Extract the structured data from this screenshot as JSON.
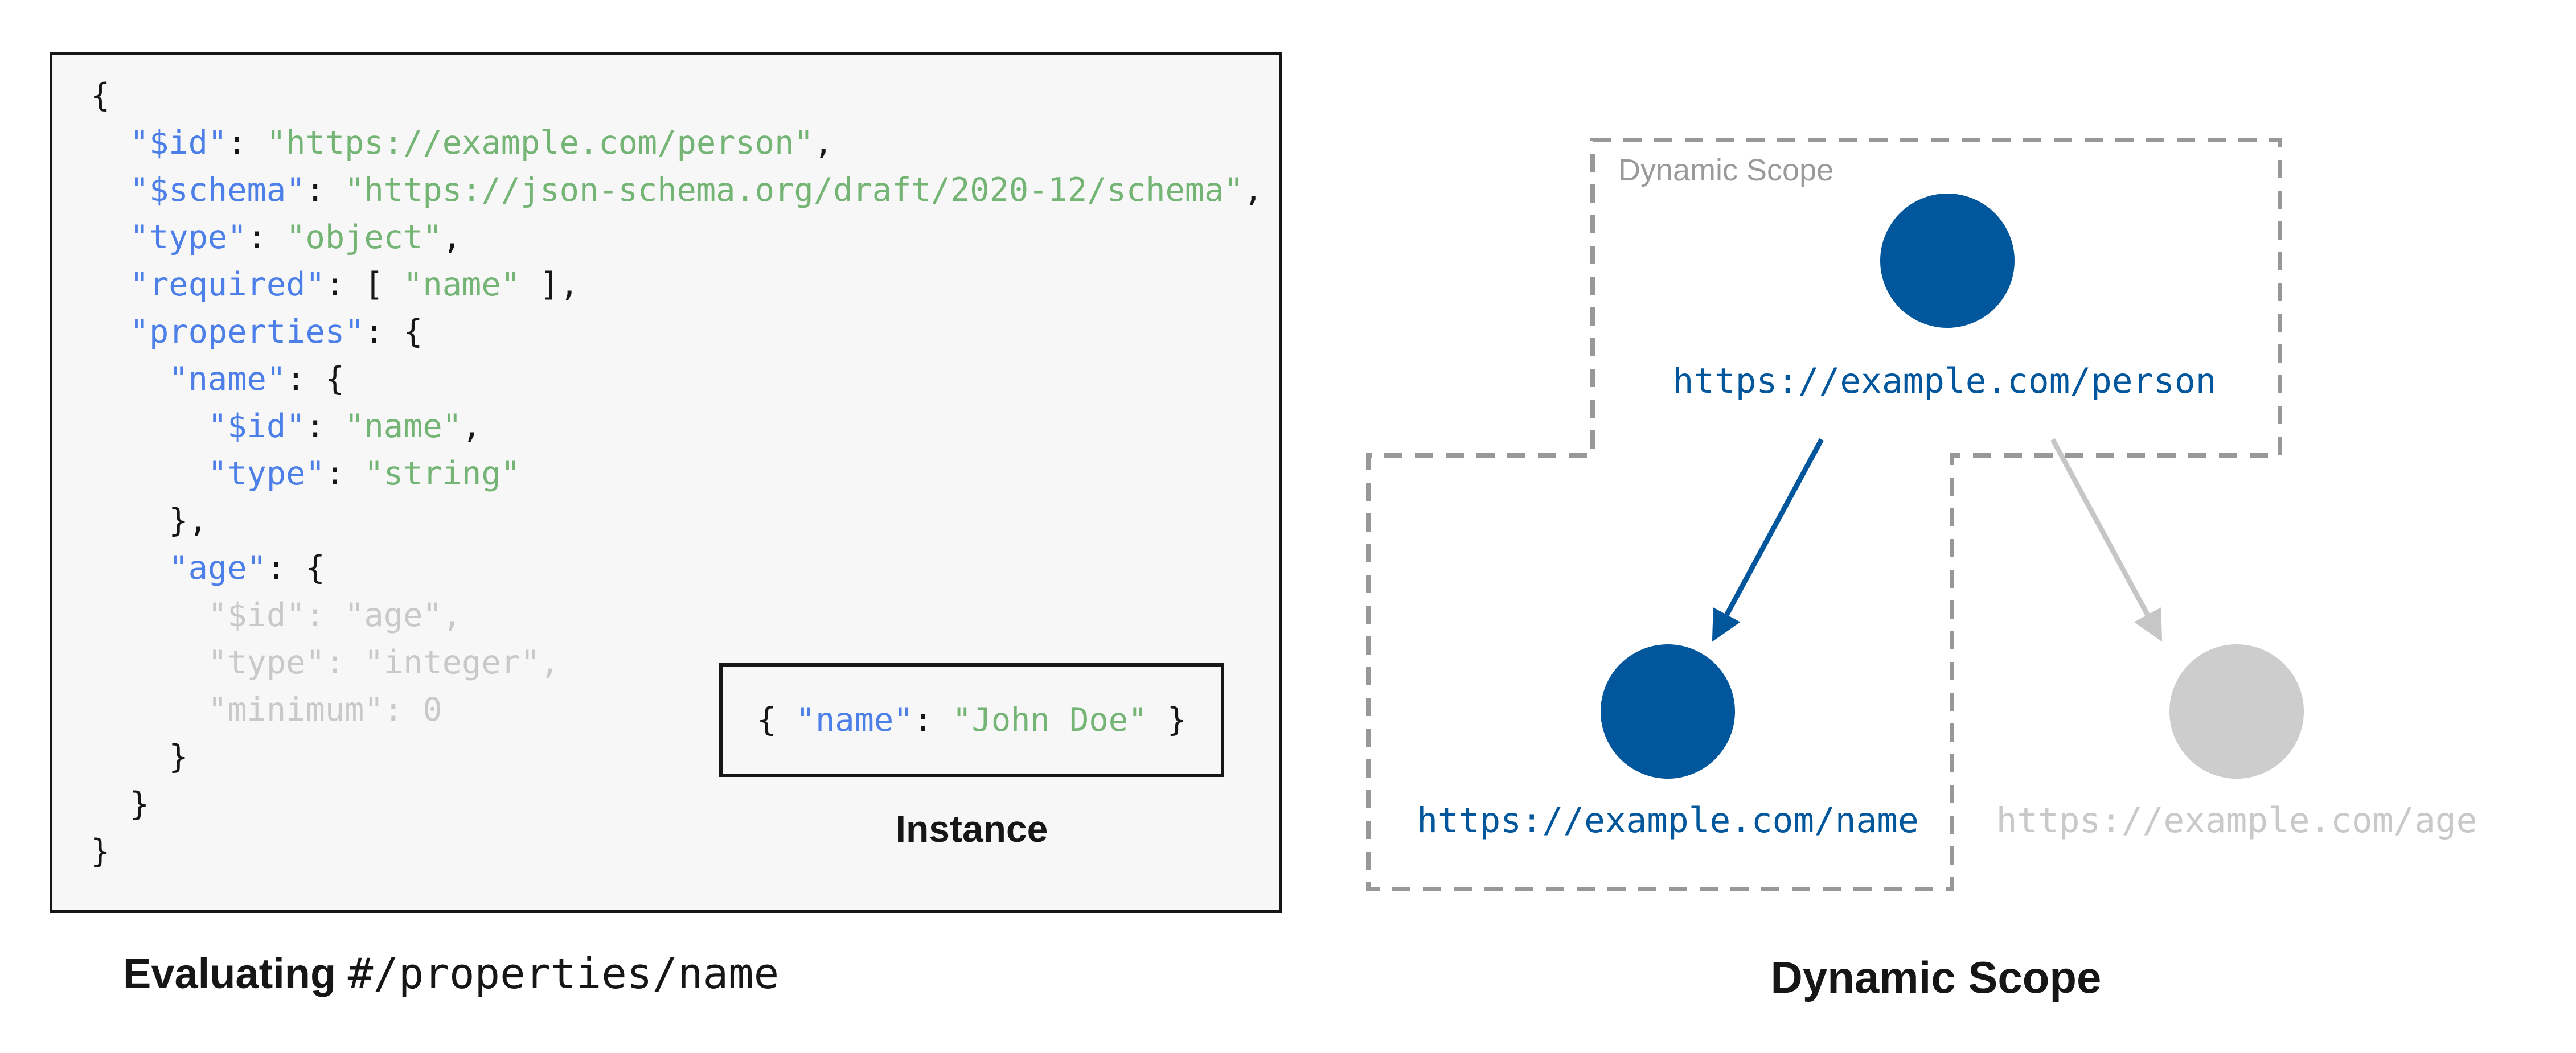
{
  "colors": {
    "key-blue": "#4d7fe8",
    "string-green": "#74b474",
    "faded-gray": "#c9c9c9",
    "node-blue": "#02569b",
    "node-gray": "#cdcdcd",
    "dashed-gray": "#989898",
    "scope-label-gray": "#9a9a9a",
    "box-bg": "#f7f7f7",
    "ink": "#161616"
  },
  "left_panel": {
    "code_lines": [
      [
        {
          "t": "{",
          "c": "p"
        }
      ],
      [
        {
          "t": "  ",
          "c": "p"
        },
        {
          "t": "\"$id\"",
          "c": "k"
        },
        {
          "t": ": ",
          "c": "p"
        },
        {
          "t": "\"https://example.com/person\"",
          "c": "s"
        },
        {
          "t": ",",
          "c": "p"
        }
      ],
      [
        {
          "t": "  ",
          "c": "p"
        },
        {
          "t": "\"$schema\"",
          "c": "k"
        },
        {
          "t": ": ",
          "c": "p"
        },
        {
          "t": "\"https://json-schema.org/draft/2020-12/schema\"",
          "c": "s"
        },
        {
          "t": ",",
          "c": "p"
        }
      ],
      [
        {
          "t": "  ",
          "c": "p"
        },
        {
          "t": "\"type\"",
          "c": "k"
        },
        {
          "t": ": ",
          "c": "p"
        },
        {
          "t": "\"object\"",
          "c": "s"
        },
        {
          "t": ",",
          "c": "p"
        }
      ],
      [
        {
          "t": "  ",
          "c": "p"
        },
        {
          "t": "\"required\"",
          "c": "k"
        },
        {
          "t": ": [ ",
          "c": "p"
        },
        {
          "t": "\"name\"",
          "c": "s"
        },
        {
          "t": " ],",
          "c": "p"
        }
      ],
      [
        {
          "t": "  ",
          "c": "p"
        },
        {
          "t": "\"properties\"",
          "c": "k"
        },
        {
          "t": ": {",
          "c": "p"
        }
      ],
      [
        {
          "t": "    ",
          "c": "p"
        },
        {
          "t": "\"name\"",
          "c": "k"
        },
        {
          "t": ": {",
          "c": "p"
        }
      ],
      [
        {
          "t": "      ",
          "c": "p"
        },
        {
          "t": "\"$id\"",
          "c": "k"
        },
        {
          "t": ": ",
          "c": "p"
        },
        {
          "t": "\"name\"",
          "c": "s"
        },
        {
          "t": ",",
          "c": "p"
        }
      ],
      [
        {
          "t": "      ",
          "c": "p"
        },
        {
          "t": "\"type\"",
          "c": "k"
        },
        {
          "t": ": ",
          "c": "p"
        },
        {
          "t": "\"string\"",
          "c": "s"
        }
      ],
      [
        {
          "t": "    },",
          "c": "p"
        }
      ],
      [
        {
          "t": "    ",
          "c": "p"
        },
        {
          "t": "\"age\"",
          "c": "k"
        },
        {
          "t": ": {",
          "c": "p"
        }
      ],
      [
        {
          "t": "      \"$id\": \"age\",",
          "c": "f"
        }
      ],
      [
        {
          "t": "      \"type\": \"integer\",",
          "c": "f"
        }
      ],
      [
        {
          "t": "      \"minimum\": 0",
          "c": "f"
        }
      ],
      [
        {
          "t": "    }",
          "c": "p"
        }
      ],
      [
        {
          "t": "  }",
          "c": "p"
        }
      ],
      [
        {
          "t": "}",
          "c": "p"
        }
      ]
    ],
    "instance_code": [
      {
        "t": "{ ",
        "c": "p"
      },
      {
        "t": "\"name\"",
        "c": "k"
      },
      {
        "t": ": ",
        "c": "p"
      },
      {
        "t": "\"John Doe\"",
        "c": "s"
      },
      {
        "t": " }",
        "c": "p"
      }
    ],
    "instance_label": "Instance",
    "caption_bold": "Evaluating",
    "caption_separator": " ",
    "caption_mono": "#/properties/name"
  },
  "right_panel": {
    "scope_region_label": "Dynamic Scope",
    "person_url": "https://example.com/person",
    "name_url": "https://example.com/name",
    "age_url": "https://example.com/age",
    "title": "Dynamic Scope"
  }
}
